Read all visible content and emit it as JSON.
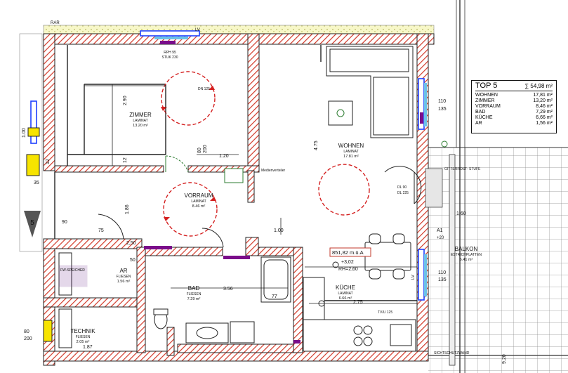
{
  "markers": {
    "rar": "RAR",
    "lv": "LV",
    "dim_110": "110",
    "dim_135": "135"
  },
  "rooms": {
    "zimmer": {
      "name": "ZIMMER",
      "floor": "LAMINAT",
      "area": "13.20 m²"
    },
    "wohnen": {
      "name": "WOHNEN",
      "floor": "LAMINAT",
      "area": "17.81 m²"
    },
    "vorraum": {
      "name": "VORRAUM",
      "floor": "LAMINAT",
      "area": "8.46 m²"
    },
    "ar": {
      "name": "AR",
      "floor": "FLIESEN",
      "area": "1.56 m²"
    },
    "bad": {
      "name": "BAD",
      "floor": "FLIESEN",
      "area": "7.29 m²"
    },
    "kueche": {
      "name": "KÜCHE",
      "floor": "LAMINAT",
      "area": "6.66 m²"
    },
    "technik": {
      "name": "TECHNIK",
      "floor": "FLIESEN",
      "area": "2.05 m²"
    },
    "balkon": {
      "name": "BALKON",
      "floor": "ESTRICHPLATTEN",
      "area": "6.41 m²"
    }
  },
  "summary": {
    "title": "TOP 5",
    "total": "∑ 54,98 m²",
    "rows": [
      {
        "name": "WOHNEN",
        "area": "17,81 m²"
      },
      {
        "name": "ZIMMER",
        "area": "13,20 m²"
      },
      {
        "name": "VORRAUM",
        "area": "8,46 m²"
      },
      {
        "name": "BAD",
        "area": "7,29 m²"
      },
      {
        "name": "KÜCHE",
        "area": "6,66 m²"
      },
      {
        "name": "AR",
        "area": "1,56 m²"
      }
    ]
  },
  "dims": {
    "d290": "2.90",
    "d12a": "12",
    "d80": "80",
    "d200": "200",
    "d120": "1.20",
    "d100v": "1.00",
    "d186": "1.86",
    "d90": "90",
    "d75": "75",
    "d35": "35",
    "d475": "4.75",
    "d100h": "1.00",
    "d356": "3.56",
    "d77": "77",
    "d275": "2.75",
    "d187": "1.87",
    "d80b": "80",
    "d200b": "200",
    "d160": "1.60",
    "d250": "2,50",
    "d50": "50",
    "d920": "9.20",
    "d12b": "12"
  },
  "labels": {
    "rph": "RPH 95",
    "stuk": "STUK 230",
    "dn": "DN 125",
    "gitter": "GITTERROST-\nSTUFE",
    "dl1": "DL 90",
    "dl2": "DL 225",
    "level": "851,82 m.ü.A",
    "rh": "+3,02",
    "rh2": "RH=2,60",
    "medien": "Medienverteiler",
    "fw": "FW-SPEICHER",
    "sicht": "SICHTSCHUTZWAND",
    "tv1": "TV/U 125",
    "a1": "A1",
    "plus20": "+20"
  },
  "colors": {
    "wall": "#c0392b",
    "door": "#2e7d32",
    "window": "#1e40ff",
    "yellow": "#f7e400"
  }
}
